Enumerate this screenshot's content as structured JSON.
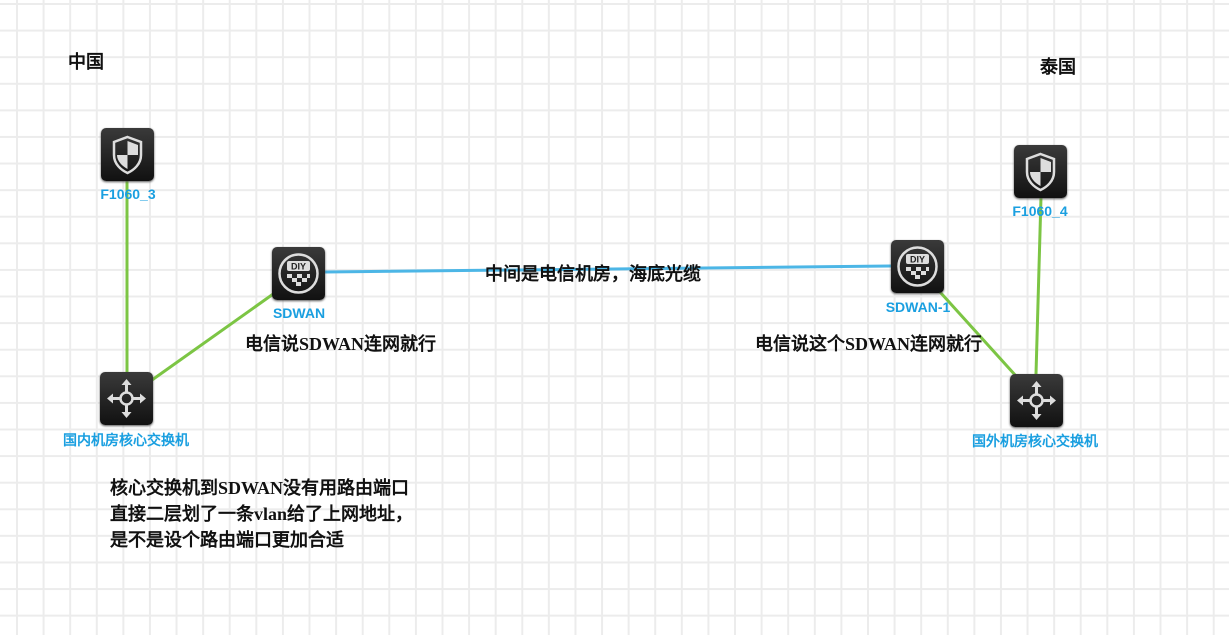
{
  "regions": {
    "left": "中国",
    "right": "泰国"
  },
  "nodes": {
    "fw_left": {
      "label": "F1060_3",
      "icon": "firewall-shield-icon"
    },
    "sdwan_left": {
      "label": "SDWAN",
      "icon": "diy-router-icon"
    },
    "core_left": {
      "label": "国内机房核心交换机",
      "icon": "switch-arrows-icon"
    },
    "sdwan_right": {
      "label": "SDWAN-1",
      "icon": "diy-router-icon"
    },
    "fw_right": {
      "label": "F1060_4",
      "icon": "firewall-shield-icon"
    },
    "core_right": {
      "label": "国外机房核心交换机",
      "icon": "switch-arrows-icon"
    }
  },
  "notes": {
    "sdwan_left": "电信说SDWAN连网就行",
    "middle_link": "中间是电信机房，海底光缆",
    "sdwan_right": "电信说这个SDWAN连网就行",
    "question": [
      "核心交换机到SDWAN没有用路由端口",
      "直接二层划了一条vlan给了上网地址，",
      "是不是设个路由端口更加合适"
    ]
  },
  "colors": {
    "lan_link": "#7cc544",
    "wan_link": "#4cb6e6",
    "label": "#1a9fe0"
  }
}
